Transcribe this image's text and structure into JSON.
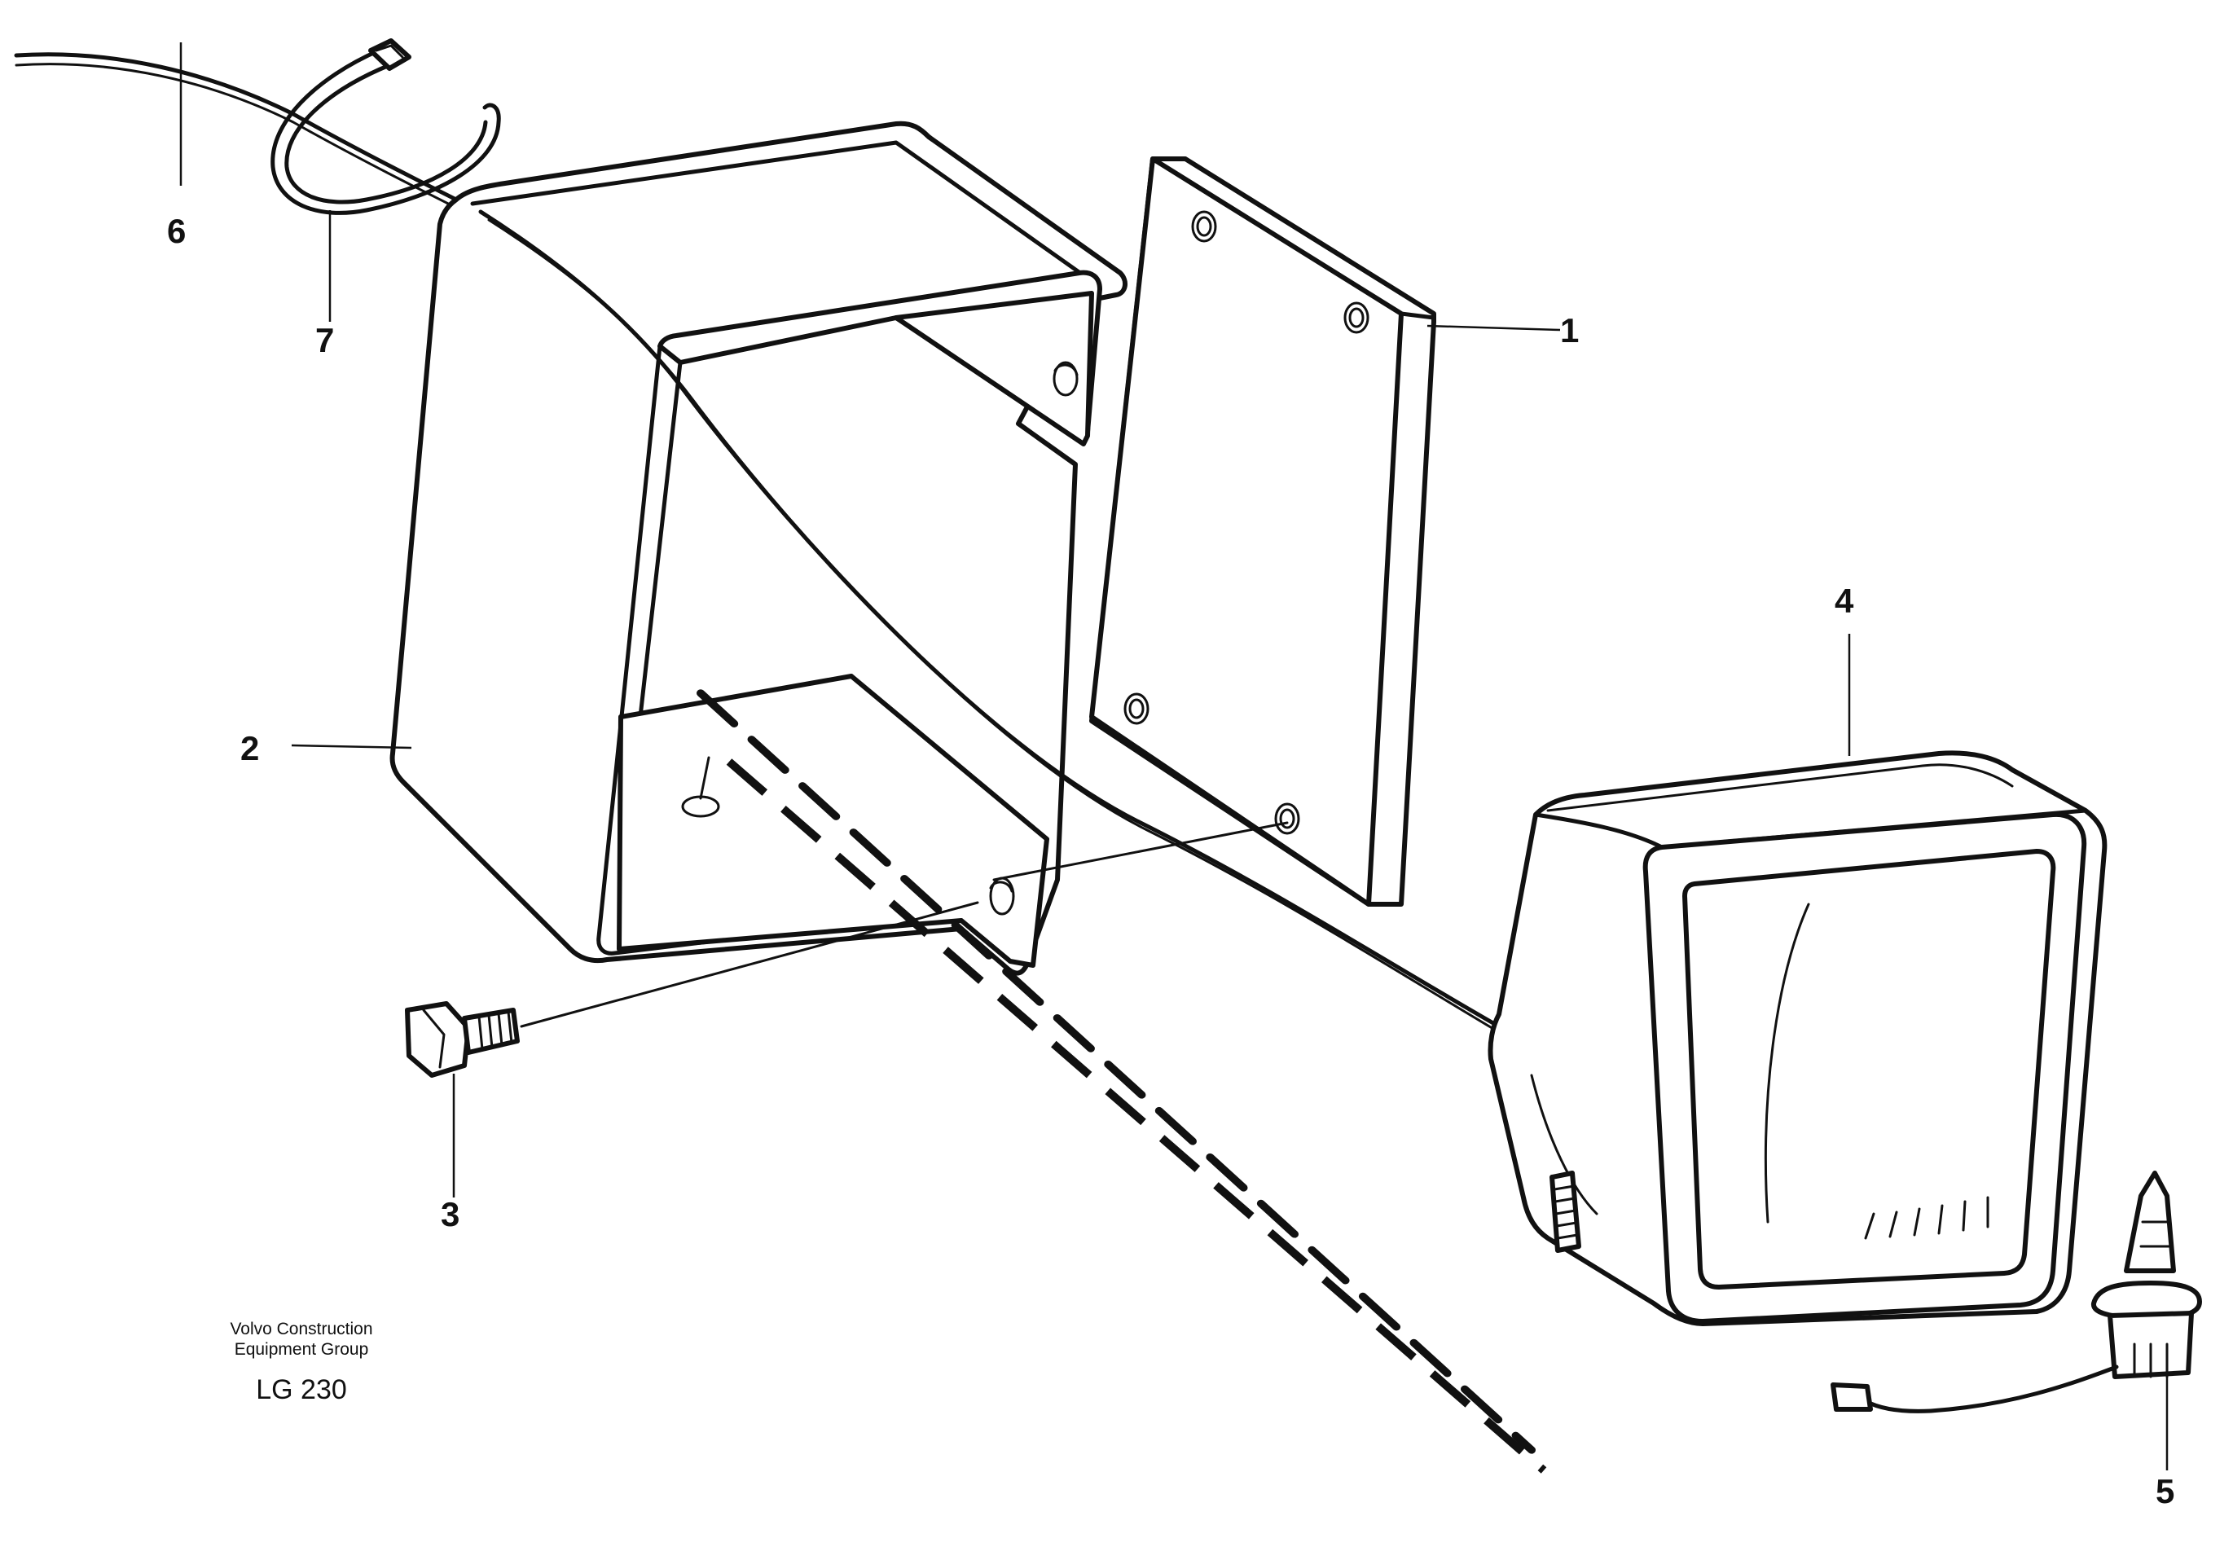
{
  "diagram": {
    "callouts": [
      {
        "id": "1",
        "label": "1"
      },
      {
        "id": "2",
        "label": "2"
      },
      {
        "id": "3",
        "label": "3"
      },
      {
        "id": "4",
        "label": "4"
      },
      {
        "id": "5",
        "label": "5"
      },
      {
        "id": "6",
        "label": "6"
      },
      {
        "id": "7",
        "label": "7"
      }
    ],
    "caption": {
      "company_line1": "Volvo Construction",
      "company_line2": "Equipment Group",
      "drawing_code": "LG 230"
    }
  }
}
